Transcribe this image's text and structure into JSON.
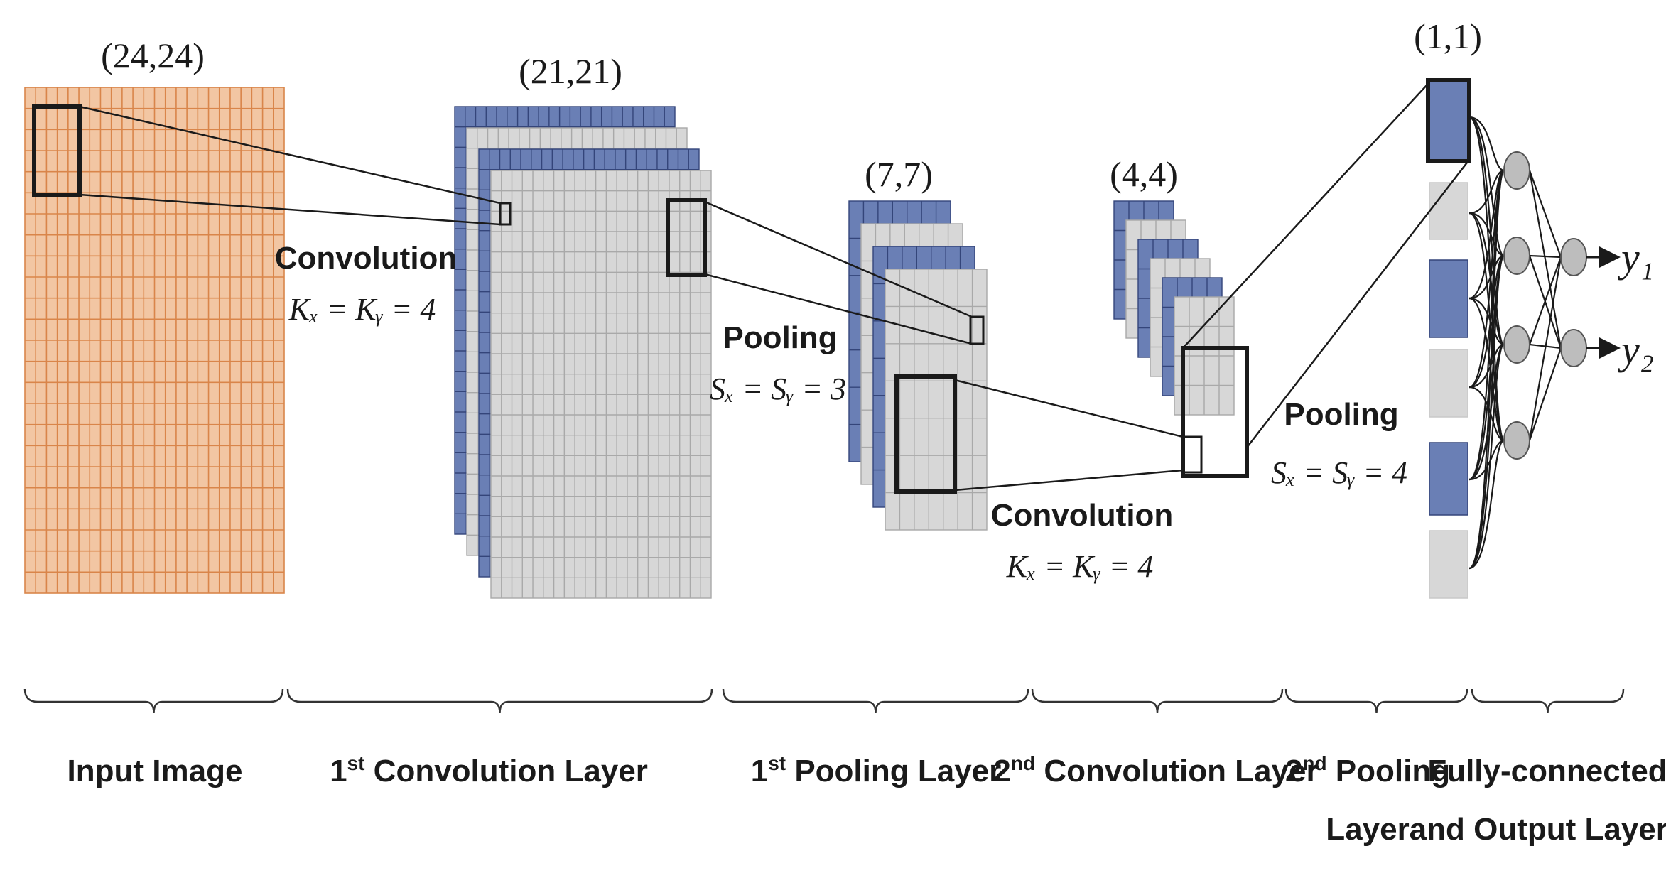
{
  "dims": {
    "input": "(24,24)",
    "conv1": "(21,21)",
    "pool1": "(7,7)",
    "conv2": "(4,4)",
    "pool2": "(1,1)"
  },
  "ops": {
    "conv1": {
      "title": "Convolution",
      "formula": "Kₓ = Kᵧ = 4"
    },
    "pool1": {
      "title": "Pooling",
      "formula": "Sₓ = Sᵧ = 3"
    },
    "conv2": {
      "title": "Convolution",
      "formula": "Kₓ = Kᵧ = 4"
    },
    "pool2": {
      "title": "Pooling",
      "formula": "Sₓ = Sᵧ = 4"
    }
  },
  "outputs": [
    "y₁",
    "y₂"
  ],
  "layers": {
    "input": "Input Image",
    "conv1": {
      "num": "1",
      "sup": "st",
      "rest": " Convolution Layer"
    },
    "pool1": {
      "num": "1",
      "sup": "st",
      "rest": " Pooling Layer"
    },
    "conv2": {
      "num": "2",
      "sup": "nd",
      "rest": " Convolution Layer"
    },
    "pool2": {
      "num": "2",
      "sup": "nd",
      "rest": " Pooling",
      "line2": "Layer"
    },
    "fc": {
      "line1": "Fully-connected",
      "line2": "and Output Layers"
    }
  },
  "colors": {
    "input_fill": "#f2c6a3",
    "input_grid": "#d9854a",
    "blue_fill": "#6a7fb5",
    "blue_grid": "#34457a",
    "gray_fill": "#d7d7d7",
    "gray_grid": "#a9a9a9",
    "neuron": "#bdbdbd",
    "ink": "#1a1a1a"
  }
}
